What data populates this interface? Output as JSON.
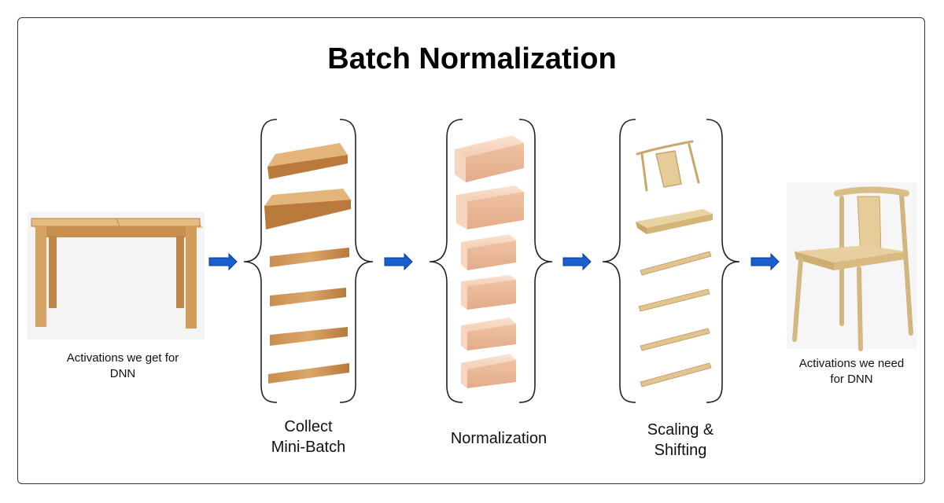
{
  "title": "Batch Normalization",
  "input_caption_line1": "Activations we get for",
  "input_caption_line2": "DNN",
  "stages": [
    {
      "line1": "Collect",
      "line2": "Mini-Batch"
    },
    {
      "line1": "Normalization",
      "line2": ""
    },
    {
      "line1": "Scaling &",
      "line2": "Shifting"
    }
  ],
  "output_caption_line1": "Activations we need",
  "output_caption_line2": "for DNN",
  "colors": {
    "arrow": "#1a5fd0",
    "wood_light": "#e8c48e",
    "wood_dark": "#b07435",
    "block": "#f2c8ac",
    "chair": "#e3cb97"
  }
}
